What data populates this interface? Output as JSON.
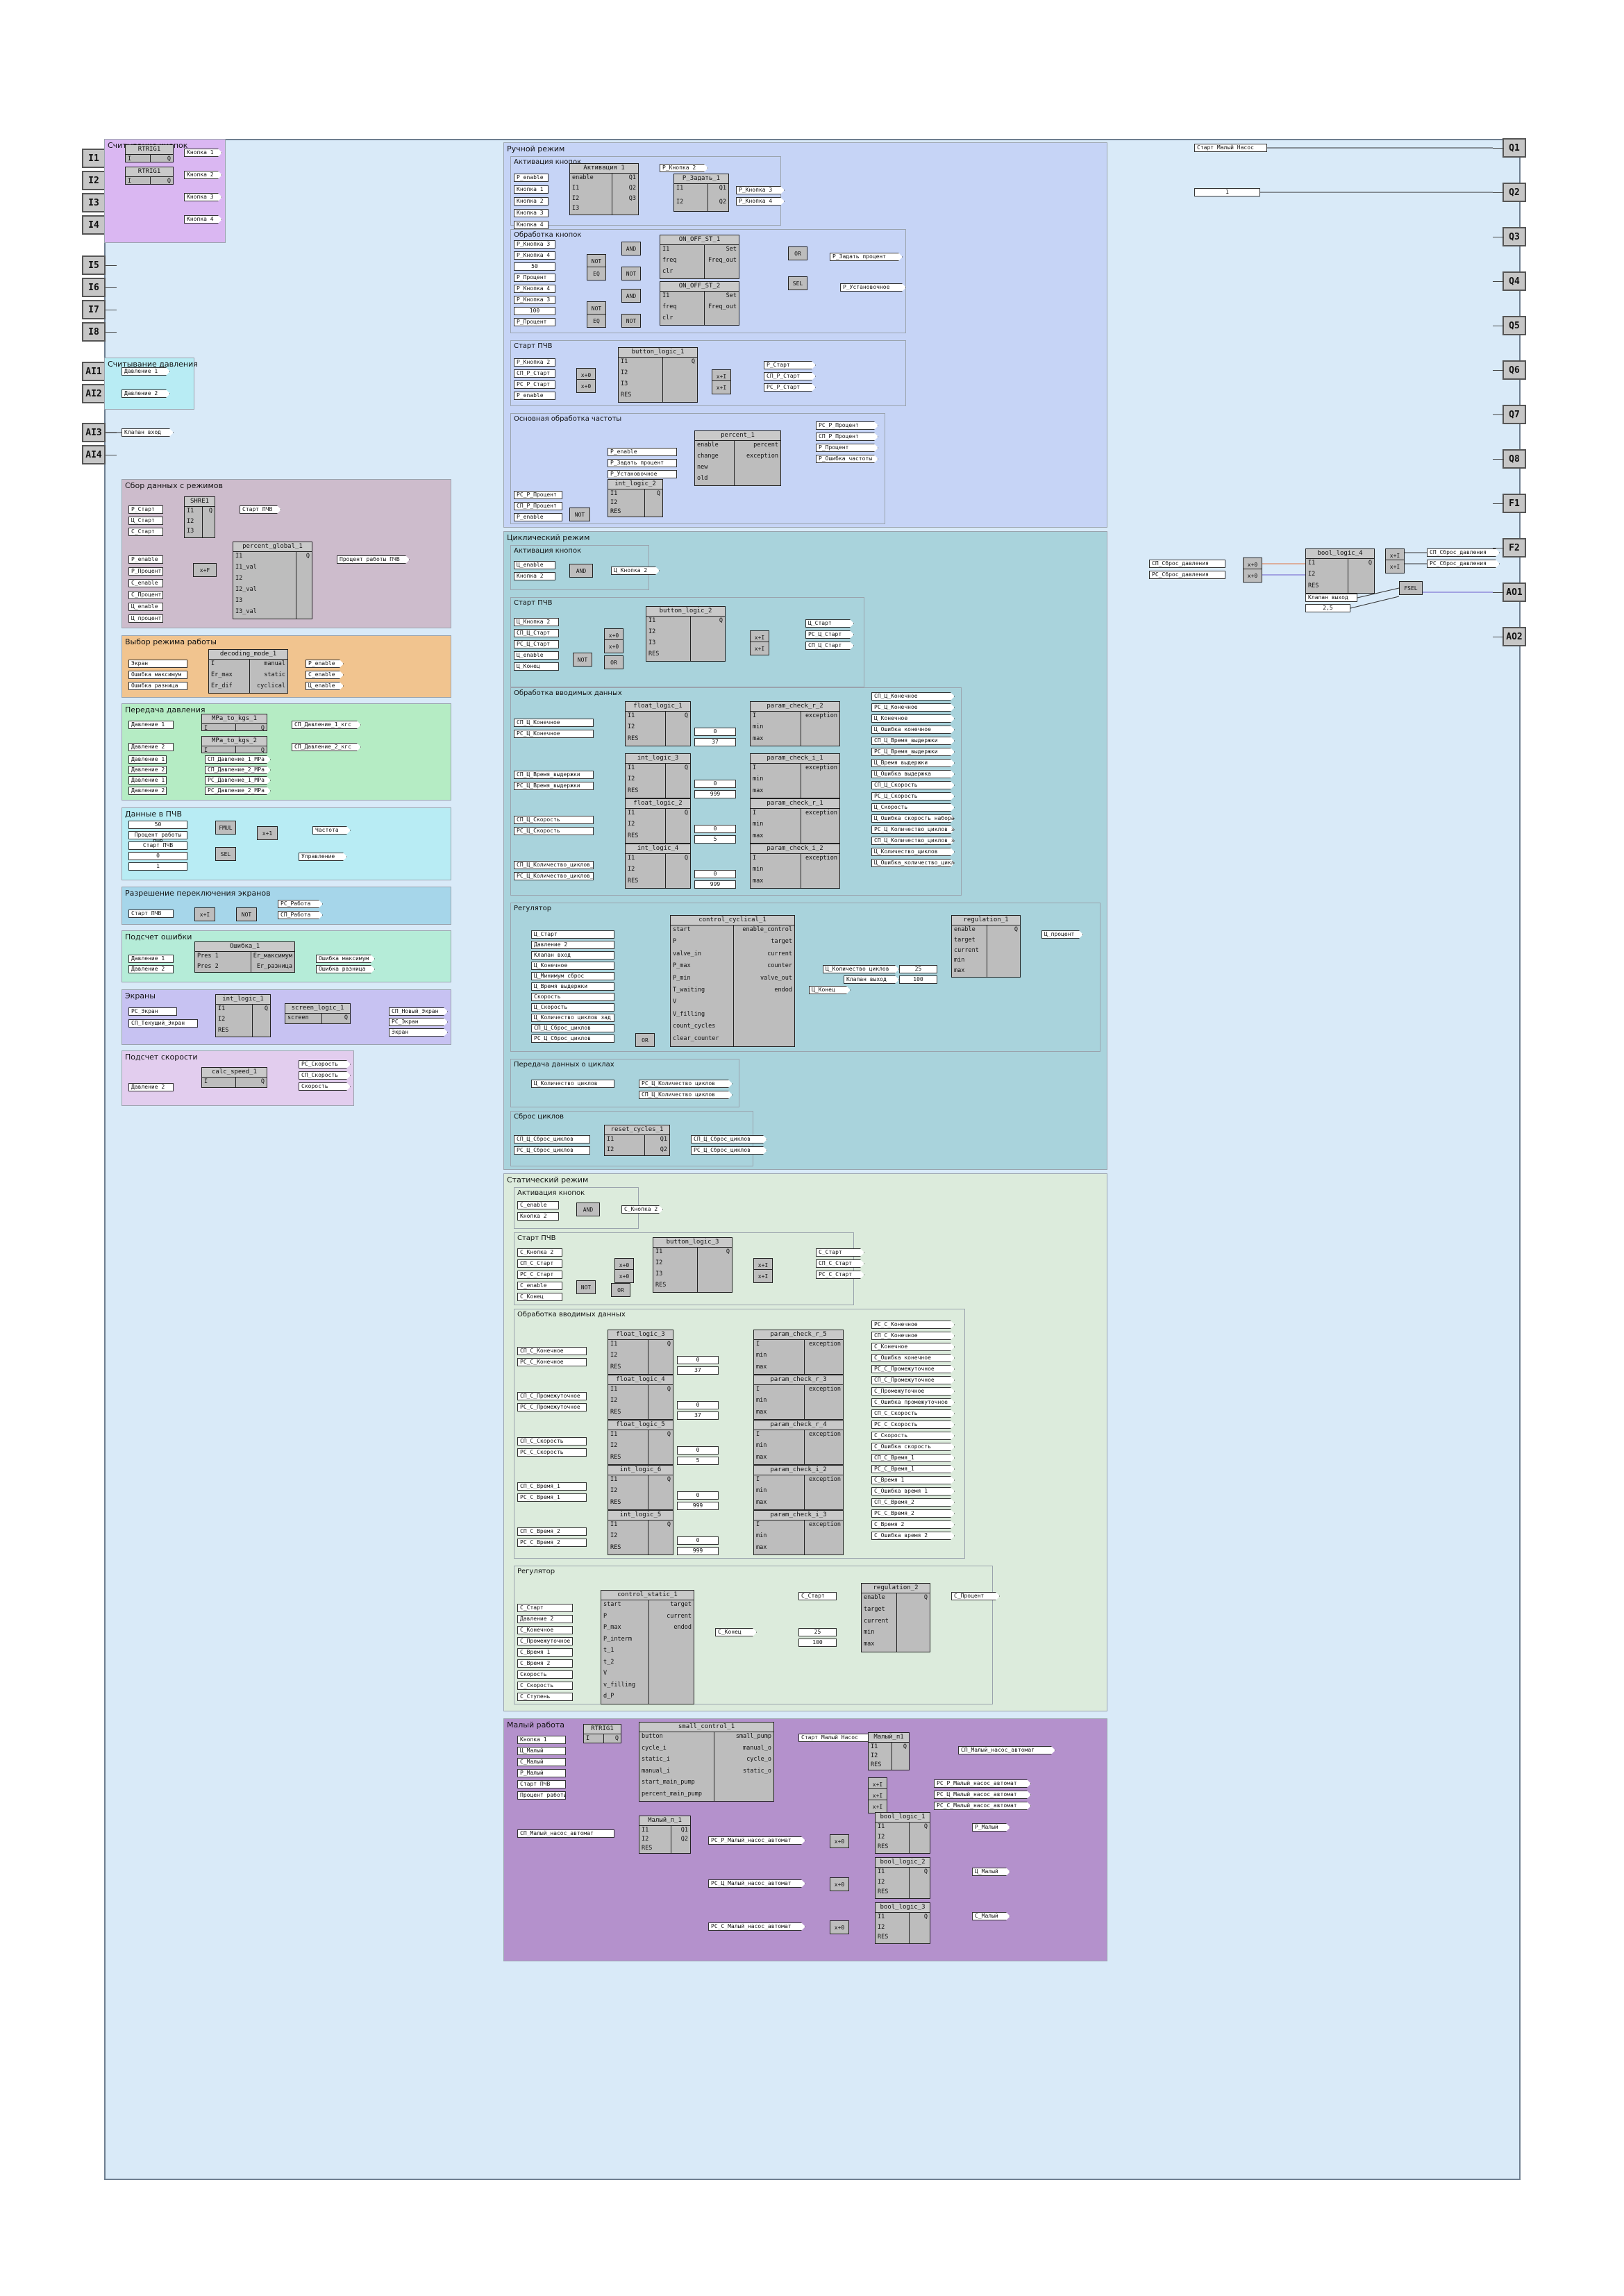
{
  "io": {
    "inputs": [
      "I1",
      "I2",
      "I3",
      "I4",
      "I5",
      "I6",
      "I7",
      "I8",
      "AI1",
      "AI2",
      "AI3",
      "AI4"
    ],
    "outputs": [
      "Q1",
      "Q2",
      "Q3",
      "Q4",
      "Q5",
      "Q6",
      "Q7",
      "Q8",
      "F1",
      "F2",
      "AO1",
      "AO2"
    ]
  },
  "left": {
    "buttons_group": {
      "title": "Считывание кнопок",
      "blocks": [
        "RTRIG1",
        "RTRIG1"
      ],
      "tags": [
        "Кнопка 1",
        "Кнопка 2",
        "Кнопка 3",
        "Кнопка 4"
      ]
    },
    "pressure_group": {
      "title": "Считывание давления",
      "tags": [
        "Давление 1",
        "Давление 2"
      ]
    },
    "valve_tag": "Клапан вход",
    "collect": {
      "title": "Сбор данных с режимов",
      "sel_block": "SHRE1",
      "percent_block": "percent_global_1",
      "in_tags": [
        "P_Старт",
        "Ц_Старт",
        "С_Старт"
      ],
      "out_tag": "Старт ПЧВ",
      "p_tags": [
        "P_enable",
        "P_Процент",
        "C_enable",
        "С_Процент",
        "Ц_enable",
        "Ц_процент"
      ],
      "p_ports": [
        "I1",
        "I1_val",
        "I2",
        "I2_val",
        "I3",
        "I3_val"
      ],
      "conv": "x+F",
      "percent_out": "Процент работы ПЧВ"
    },
    "mode": {
      "title": "Выбор режима работы",
      "block": "decoding_mode_1",
      "in_tags": [
        "Экран",
        "Ошибка максимум",
        "Ошибка разница"
      ],
      "ports_in": [
        "I",
        "Er_max",
        "Er_dif"
      ],
      "ports_out": [
        "manual",
        "static",
        "cyclical"
      ],
      "out_tags": [
        "P_enable",
        "C_enable",
        "Ц_enable"
      ]
    },
    "pressure_tx": {
      "title": "Передача давления",
      "blocks": [
        "MPa_to_kgs_1",
        "MPa_to_kgs_2"
      ],
      "in1": "Давление 1",
      "out1": "СП_Давление_1_кгс",
      "in2": "Давление 2",
      "out2": "СП_Давление_2_кгс",
      "list_left": [
        "Давление 1",
        "Давление 2",
        "Давление 1",
        "Давление 2"
      ],
      "list_right": [
        "СП_Давление_1_MPa",
        "СП_Давление_2_MPa",
        "РС_Давление_1_MPa",
        "РС_Давление_2_MPa"
      ]
    },
    "pchv": {
      "title": "Данные в ПЧВ",
      "vals": [
        "50",
        "Процент работы ПЧВ",
        "Старт ПЧВ",
        "0",
        "1"
      ],
      "blocks": [
        "FMUL",
        "SEL"
      ],
      "conv": "x+1",
      "out1": "Частота",
      "out2": "Управление"
    },
    "screens_switch": {
      "title": "Разрешение переключения экранов",
      "in": "Старт ПЧВ",
      "conv": "x+I",
      "not": "NOT",
      "out1": "РС_Работа",
      "out2": "СП_Работа"
    },
    "errors": {
      "title": "Подсчет ошибки",
      "block": "Ошибка_1",
      "ins": [
        "Давление 1",
        "Давление 2"
      ],
      "ports_in": [
        "Pres 1",
        "Pres 2"
      ],
      "ports_out": [
        "Er_максимум",
        "Er_разница"
      ],
      "outs": [
        "Ошибка максимум",
        "Ошибка разница"
      ]
    },
    "screens": {
      "title": "Экраны",
      "blocks": [
        "int_logic_1",
        "screen_logic_1"
      ],
      "ins": [
        "РС_Экран",
        "СП_Текущий_Экран"
      ],
      "outs": [
        "СП_Новый_Экран",
        "РС_Экран",
        "Экран"
      ],
      "port": "screen"
    },
    "speed": {
      "title": "Подсчет скорости",
      "block": "calc_speed_1",
      "in": "Давление 2",
      "outs": [
        "РС_Скорость",
        "СП_Скорость",
        "Скорость"
      ]
    }
  },
  "manual": {
    "title": "Ручной режим",
    "activation": {
      "title": "Активация кнопок",
      "blocks": [
        "Активация 1",
        "P_Задать_1"
      ],
      "ins": [
        "P_enable",
        "Кнопка 1",
        "Кнопка 2",
        "Кнопка 3",
        "Кнопка 4"
      ],
      "ports": [
        "enable",
        "I1",
        "I2",
        "I3"
      ],
      "outs": [
        "P_Кнопка 2",
        "P_Кнопка 3",
        "P_Кнопка 4"
      ]
    },
    "processing": {
      "title": "Обработка кнопок",
      "blocks": [
        "ON_OFF_ST_1",
        "ON_OFF_ST_2"
      ],
      "ins": [
        "P_Кнопка 3",
        "P_Кнопка 4",
        "50",
        "P_Процент",
        "P_Кнопка 4",
        "P_Кнопка 3",
        "100",
        "P_Процент"
      ],
      "ports_in": [
        "I1",
        "freq",
        "clr"
      ],
      "ports_out": [
        "Set",
        "Freq_out"
      ],
      "gates": [
        "AND",
        "NOT",
        "EQ",
        "NOT",
        "AND",
        "NOT",
        "EQ",
        "NOT",
        "OR",
        "SEL"
      ],
      "outs": [
        "P_Задать процент",
        "P_Установочное"
      ]
    },
    "start": {
      "title": "Старт ПЧВ",
      "block": "button_logic_1",
      "ins": [
        "P_Кнопка 2",
        "СП_P_Старт",
        "РС_P_Старт",
        "P_enable"
      ],
      "ports": [
        "I1",
        "I2",
        "I3",
        "RES"
      ],
      "convs": [
        "x+0",
        "x+0",
        "x+I",
        "x+I"
      ],
      "outs": [
        "P_Старт",
        "СП_P_Старт",
        "РС_P_Старт"
      ]
    },
    "freq": {
      "title": "Основная обработка частоты",
      "blocks": [
        "percent_1",
        "int_logic_2"
      ],
      "ins": [
        "P_enable",
        "P_Задать процент",
        "P_Установочное",
        "РС_P_Процент",
        "СП_P_Процент",
        "P_enable"
      ],
      "ports_in": [
        "enable",
        "change",
        "new",
        "old"
      ],
      "ports_out": [
        "percent",
        "exception"
      ],
      "outs": [
        "РС_P_Процент",
        "СП_P_Процент",
        "P_Процент",
        "P_Ошибка частоты"
      ],
      "not": "NOT"
    }
  },
  "cyclic": {
    "title": "Циклический режим",
    "activation": {
      "title": "Активация кнопок",
      "ins": [
        "Ц_enable",
        "Кнопка 2"
      ],
      "gate": "AND",
      "out": "Ц_Кнопка 2"
    },
    "start": {
      "title": "Старт ПЧВ",
      "block": "button_logic_2",
      "ins": [
        "Ц_Кнопка 2",
        "СП_Ц_Старт",
        "РС_Ц_Старт",
        "Ц_enable",
        "Ц_Конец"
      ],
      "convs": [
        "x+0",
        "x+0",
        "x+I",
        "x+I"
      ],
      "gates": [
        "NOT",
        "OR"
      ],
      "outs": [
        "Ц_Старт",
        "РС_Ц_Старт",
        "СП_Ц_Старт"
      ]
    },
    "input_proc": {
      "title": "Обработка вводимых данных",
      "blocks_l": [
        "float_logic_1",
        "int_logic_3",
        "float_logic_2",
        "int_logic_4"
      ],
      "blocks_r": [
        "param_check_r_2",
        "param_check_i_1",
        "param_check_r_1",
        "param_check_i_2"
      ],
      "ins": [
        "СП_Ц_Конечное",
        "РС_Ц_Конечное",
        "СП_Ц_Время_выдержки",
        "РС_Ц_Время_выдержки",
        "СП_Ц_Скорость",
        "РС_Ц_Скорость",
        "СП_Ц_Количество_циклов_зад",
        "РС_Ц_Количество_циклов_зад"
      ],
      "consts": [
        "0",
        "37",
        "0",
        "999",
        "0",
        "5",
        "0",
        "999"
      ],
      "outs": [
        "СП_Ц_Конечное",
        "РС_Ц_Конечное",
        "Ц_Конечное",
        "Ц_Ошибка конечное",
        "СП_Ц_Время_выдержки",
        "РС_Ц_Время_выдержки",
        "Ц_Время выдержки",
        "Ц_Ошибка выдержка",
        "СП_Ц_Скорость",
        "РС_Ц_Скорость",
        "Ц_Скорость",
        "Ц_Ошибка скорость набора",
        "РС_Ц_Количество_циклов_зад",
        "СП_Ц_Количество_циклов_зад",
        "Ц_Количество_циклов",
        "Ц_Ошибка_количество_циклов"
      ]
    },
    "regulator": {
      "title": "Регулятор",
      "blocks": [
        "control_cyclical_1",
        "regulation_1"
      ],
      "ins": [
        "Ц_Старт",
        "Давление 2",
        "Клапан вход",
        "Ц_Конечное",
        "Ц_Минимум сброс",
        "Ц_Время выдержки",
        "Скорость",
        "Ц_Скорость",
        "Ц_Количество циклов зад",
        "СП_Ц_Сброс_циклов",
        "РС_Ц_Сброс_циклов"
      ],
      "ports_in": [
        "start",
        "P",
        "valve_in",
        "P_max",
        "P_min",
        "T_waiting",
        "V",
        "V_filling",
        "count_cycles",
        "clear_counter"
      ],
      "ports_out": [
        "enable_control",
        "target",
        "current",
        "counter",
        "valve_out",
        "endod"
      ],
      "reg_ports": [
        "enable",
        "target",
        "current",
        "min",
        "max"
      ],
      "mid_tags": [
        "Ц_Количество циклов",
        "Клапан выход",
        "Ц_Конец"
      ],
      "consts": [
        "25",
        "100"
      ],
      "gate": "OR",
      "out": "Ц_процент"
    },
    "transfer": {
      "title": "Передача данных о циклах",
      "in": "Ц_Количество циклов",
      "outs": [
        "РС_Ц_Количество циклов",
        "СП_Ц_Количество циклов"
      ]
    },
    "reset": {
      "title": "Сброс циклов",
      "block": "reset_cycles_1",
      "ins": [
        "СП_Ц_Сброс_циклов",
        "РС_Ц_Сброс_циклов"
      ],
      "outs": [
        "СП_Ц_Сброс_циклов",
        "РС_Ц_Сброс_циклов"
      ]
    }
  },
  "static": {
    "title": "Статический режим",
    "activation": {
      "title": "Активация кнопок",
      "ins": [
        "C_enable",
        "Кнопка 2"
      ],
      "gate": "AND",
      "out": "C_Кнопка 2"
    },
    "start": {
      "title": "Старт ПЧВ",
      "block": "button_logic_3",
      "ins": [
        "C_Кнопка 2",
        "СП_C_Старт",
        "РС_C_Старт",
        "C_enable",
        "C_Конец"
      ],
      "convs": [
        "x+0",
        "x+0",
        "x+I",
        "x+I"
      ],
      "gates": [
        "NOT",
        "OR"
      ],
      "outs": [
        "C_Старт",
        "СП_C_Старт",
        "РС_C_Старт"
      ]
    },
    "input_proc": {
      "title": "Обработка вводимых данных",
      "blocks_l": [
        "float_logic_3",
        "float_logic_4",
        "float_logic_5",
        "int_logic_6",
        "int_logic_5"
      ],
      "blocks_r": [
        "param_check_r_5",
        "param_check_r_3",
        "param_check_r_4",
        "param_check_i_2",
        "param_check_i_3"
      ],
      "ins": [
        "СП_C_Конечное",
        "РС_C_Конечное",
        "СП_C_Промежуточное",
        "РС_C_Промежуточное",
        "СП_C_Скорость",
        "РС_C_Скорость",
        "СП_C_Время_1",
        "РС_C_Время_1",
        "СП_C_Время_2",
        "РС_C_Время_2"
      ],
      "consts": [
        "0",
        "37",
        "0",
        "37",
        "0",
        "5",
        "0",
        "999",
        "0",
        "999"
      ],
      "outs": [
        "РС_C_Конечное",
        "СП_C_Конечное",
        "C_Конечное",
        "C_Ошибка конечное",
        "РС_C_Промежуточное",
        "СП_C_Промежуточное",
        "C_Промежуточное",
        "C_Ошибка промежуточное",
        "СП_C_Скорость",
        "РС_C_Скорость",
        "C_Скорость",
        "C_Ошибка скорость",
        "СП_C_Время_1",
        "РС_C_Время_1",
        "C_Время 1",
        "C_Ошибка время 1",
        "СП_C_Время_2",
        "РС_C_Время_2",
        "C_Время 2",
        "C_Ошибка время 2"
      ]
    },
    "regulator": {
      "title": "Регулятор",
      "blocks": [
        "control_static_1",
        "regulation_2"
      ],
      "ins": [
        "C_Старт",
        "Давление 2",
        "C_Конечное",
        "C_Промежуточное",
        "C_Время 1",
        "C_Время 2",
        "Скорость",
        "C_Скорость",
        "C_Ступень"
      ],
      "ports_in": [
        "start",
        "P",
        "P_max",
        "P_interm",
        "t_1",
        "t_2",
        "V",
        "v_filling",
        "d_P"
      ],
      "ports_out": [
        "target",
        "current",
        "endod"
      ],
      "out_mid": "C_Конец",
      "reg_in": "C_Старт",
      "reg_ports": [
        "enable",
        "target",
        "current",
        "min",
        "max"
      ],
      "consts": [
        "25",
        "100"
      ],
      "out": "C_Процент"
    }
  },
  "small": {
    "title": "Малый работа",
    "blocks": [
      "RTRIG1",
      "small_control_1",
      "Малый_п1",
      "Малый_п_1",
      "bool_logic_1",
      "bool_logic_2",
      "bool_logic_3"
    ],
    "ins": [
      "Кнопка 1",
      "Ц_Малый",
      "С_Малый",
      "P_Малый",
      "Старт ПЧВ",
      "Процент работы ПЧВ"
    ],
    "ports_in": [
      "button",
      "cycle_i",
      "static_i",
      "manual_i",
      "start_main_pump",
      "percent_main_pump"
    ],
    "ports_out": [
      "small_pump",
      "manual_o",
      "cycle_o",
      "static_o"
    ],
    "mid_tag": "Старт Малый Насос",
    "outs": [
      "СП_Малый_насос_автомат",
      "РС_P_Малый_насос_автомат",
      "РС_Ц_Малый_насос_автомат",
      "РС_C_Малый_насос_автомат"
    ],
    "auto_in": "СП_Малый_насос_автомат",
    "lower": [
      "РС_P_Малый_насос_автомат",
      "РС_Ц_Малый_насос_автомат",
      "РС_C_Малый_насос_автомат"
    ],
    "convs": [
      "x+0",
      "x+0",
      "x+0",
      "x+I",
      "x+I",
      "x+I"
    ],
    "final_outs": [
      "P_Малый",
      "Ц_Малый",
      "C_Малый"
    ]
  },
  "right": {
    "q1_tag": "Старт Малый Насос",
    "q2_const": "1",
    "reset": {
      "block": "bool_logic_4",
      "ins": [
        "СП_Сброс_давления",
        "РС_Сброс_давления"
      ],
      "convs": [
        "x+0",
        "x+0",
        "x+I",
        "x+I"
      ],
      "outs": [
        "СП_Сброс_давления",
        "РС_Сброс_давления"
      ],
      "valve": "Клапан выход",
      "const": "2,5",
      "sel": "FSEL"
    }
  }
}
